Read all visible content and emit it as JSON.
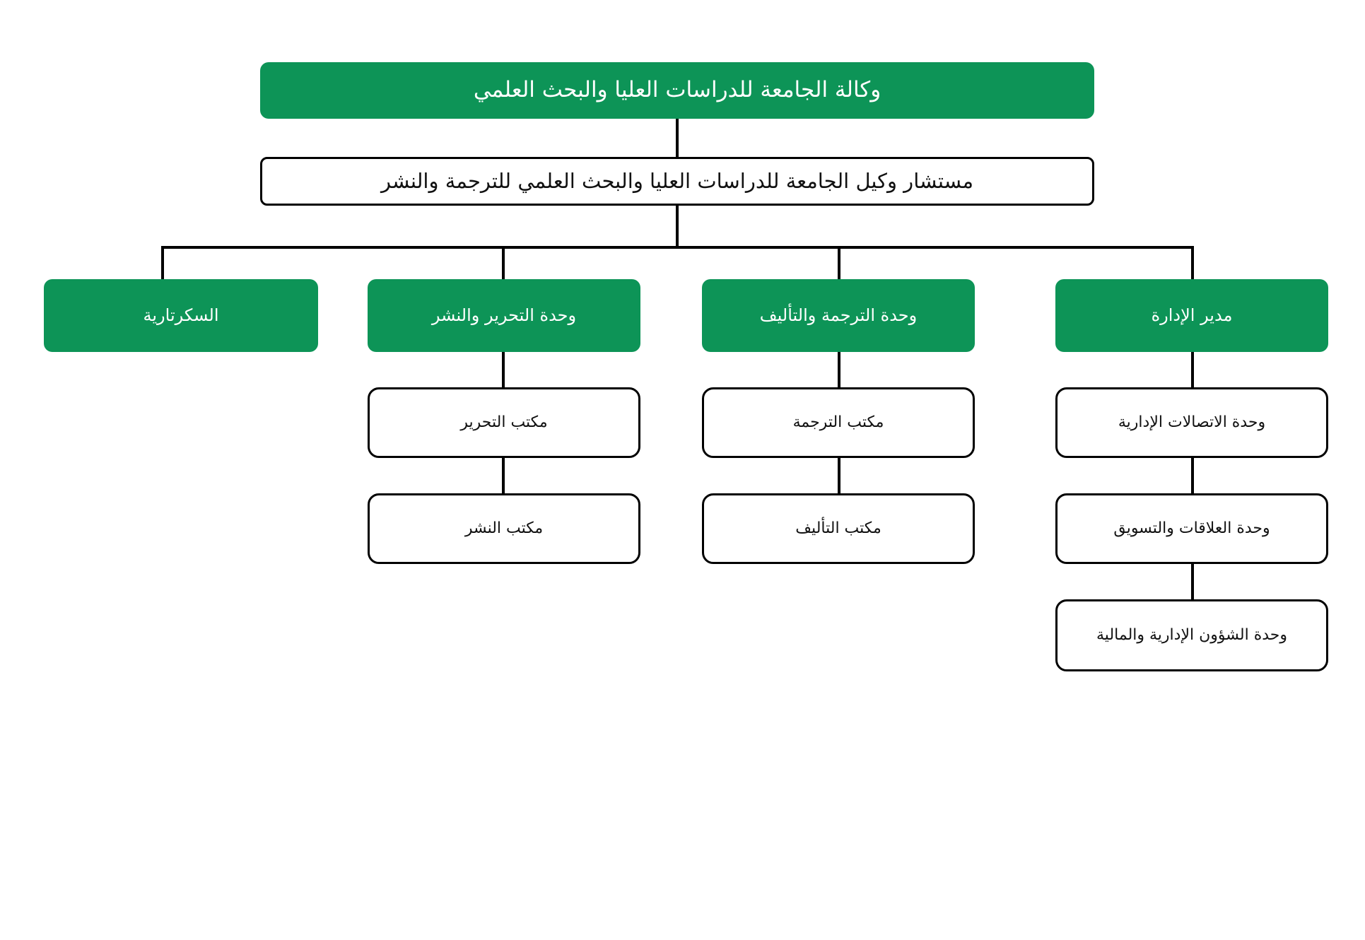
{
  "diagram": {
    "type": "org-chart",
    "language": "ar",
    "direction": "rtl",
    "colors": {
      "node_green": "#0d9457",
      "node_white_bg": "#ffffff",
      "node_border": "#000000",
      "connector": "#000000",
      "text_on_green": "#ffffff",
      "text_on_white": "#111111",
      "page_background": "#ffffff"
    },
    "nodes": {
      "root": {
        "label": "وكالة الجامعة للدراسات العليا والبحث العلمي"
      },
      "advisor": {
        "label": "مستشار وكيل الجامعة للدراسات العليا والبحث العلمي للترجمة والنشر"
      },
      "secretariat": {
        "label": "السكرتارية"
      },
      "editing_publishing_unit": {
        "label": "وحدة التحرير والنشر"
      },
      "translation_authoring_unit": {
        "label": "وحدة الترجمة والتأليف"
      },
      "admin_director": {
        "label": "مدير الإدارة"
      },
      "editing_office": {
        "label": "مكتب التحرير"
      },
      "publishing_office": {
        "label": "مكتب النشر"
      },
      "translation_office": {
        "label": "مكتب الترجمة"
      },
      "authoring_office": {
        "label": "مكتب التأليف"
      },
      "admin_communications_unit": {
        "label": "وحدة الاتصالات الإدارية"
      },
      "relations_marketing_unit": {
        "label": "وحدة العلاقات والتسويق"
      },
      "admin_financial_affairs_unit": {
        "label": "وحدة الشؤون الإدارية والمالية"
      }
    }
  }
}
